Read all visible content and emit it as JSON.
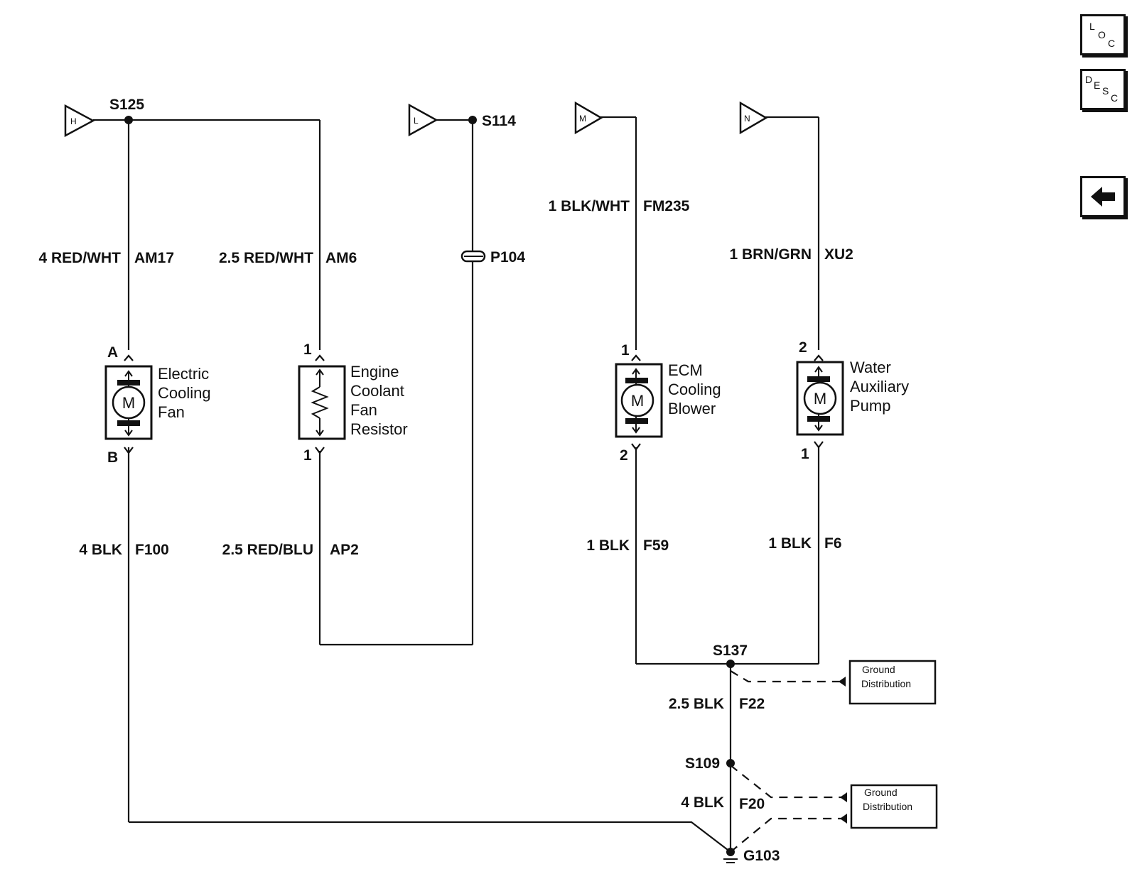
{
  "nav": {
    "loc": [
      "L",
      "O",
      "C"
    ],
    "desc": [
      "D",
      "E",
      "S",
      "C"
    ],
    "back_icon": "left-arrow-icon"
  },
  "connectors": {
    "h": "H",
    "l": "L",
    "m": "M",
    "n": "N"
  },
  "splices": {
    "s125": "S125",
    "s114": "S114",
    "s137": "S137",
    "s109": "S109",
    "g103": "G103"
  },
  "inline_connector": {
    "p104": "P104"
  },
  "wires": {
    "am17": {
      "spec": "4 RED/WHT",
      "circuit": "AM17"
    },
    "am6": {
      "spec": "2.5 RED/WHT",
      "circuit": "AM6"
    },
    "fm235": {
      "spec": "1 BLK/WHT",
      "circuit": "FM235"
    },
    "xu2": {
      "spec": "1 BRN/GRN",
      "circuit": "XU2"
    },
    "f100": {
      "spec": "4 BLK",
      "circuit": "F100"
    },
    "ap2": {
      "spec": "2.5 RED/BLU",
      "circuit": "AP2"
    },
    "f59": {
      "spec": "1 BLK",
      "circuit": "F59"
    },
    "f6": {
      "spec": "1 BLK",
      "circuit": "F6"
    },
    "f22": {
      "spec": "2.5 BLK",
      "circuit": "F22"
    },
    "f20": {
      "spec": "4 BLK",
      "circuit": "F20"
    }
  },
  "components": {
    "fan": {
      "name": [
        "Electric",
        "Cooling",
        "Fan"
      ],
      "pin_top": "A",
      "pin_bottom": "B",
      "symbol": "M"
    },
    "resistor": {
      "name": [
        "Engine",
        "Coolant",
        "Fan",
        "Resistor"
      ],
      "pin_top": "1",
      "pin_bottom": "1"
    },
    "blower": {
      "name": [
        "ECM",
        "Cooling",
        "Blower"
      ],
      "pin_top": "1",
      "pin_bottom": "2",
      "symbol": "M"
    },
    "pump": {
      "name": [
        "Water",
        "Auxiliary",
        "Pump"
      ],
      "pin_top": "2",
      "pin_bottom": "1",
      "symbol": "M"
    }
  },
  "ground_distribution": {
    "line1": "Ground",
    "line2": "Distribution"
  }
}
